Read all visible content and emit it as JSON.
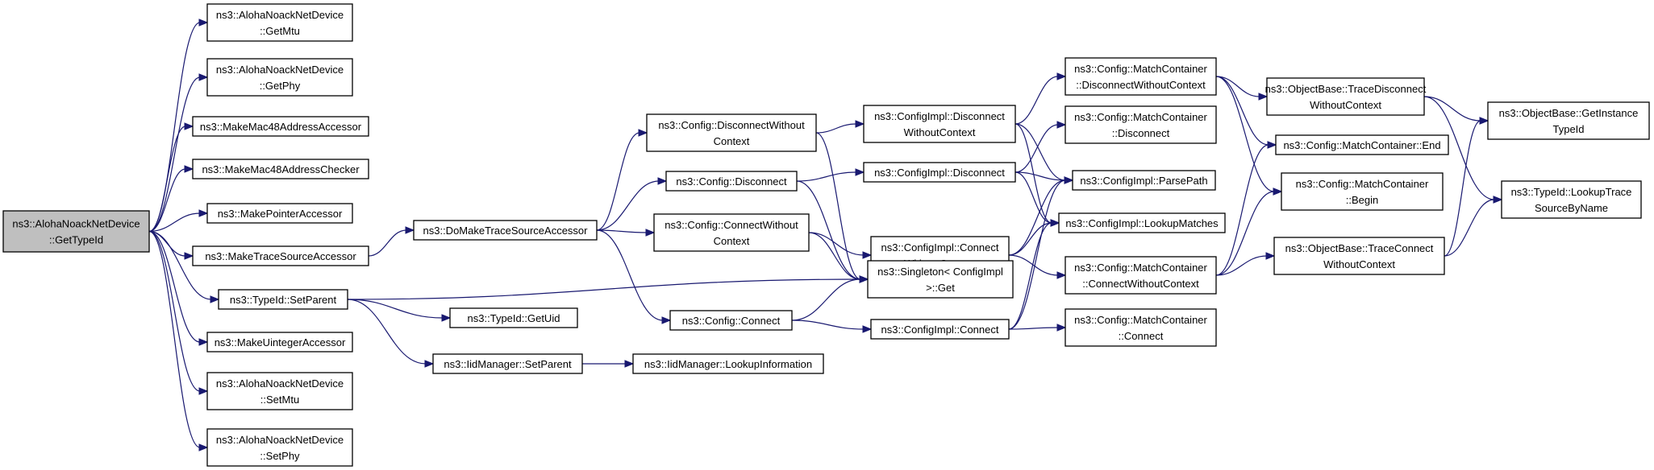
{
  "colors": {
    "edge": "#191970",
    "root_fill": "#bfbfbf",
    "node_fill": "#ffffff",
    "border": "#000000"
  },
  "nodes": [
    {
      "id": "root",
      "lines": [
        "ns3::AlohaNoackNetDevice",
        "::GetTypeId"
      ],
      "root": true
    },
    {
      "id": "getMtu",
      "lines": [
        "ns3::AlohaNoackNetDevice",
        "::GetMtu"
      ]
    },
    {
      "id": "getPhy",
      "lines": [
        "ns3::AlohaNoackNetDevice",
        "::GetPhy"
      ]
    },
    {
      "id": "mac48Acc",
      "lines": [
        "ns3::MakeMac48AddressAccessor"
      ]
    },
    {
      "id": "mac48Chk",
      "lines": [
        "ns3::MakeMac48AddressChecker"
      ]
    },
    {
      "id": "ptrAcc",
      "lines": [
        "ns3::MakePointerAccessor"
      ]
    },
    {
      "id": "traceAcc",
      "lines": [
        "ns3::MakeTraceSourceAccessor"
      ]
    },
    {
      "id": "setParent",
      "lines": [
        "ns3::TypeId::SetParent"
      ]
    },
    {
      "id": "uintAcc",
      "lines": [
        "ns3::MakeUintegerAccessor"
      ]
    },
    {
      "id": "setMtu",
      "lines": [
        "ns3::AlohaNoackNetDevice",
        "::SetMtu"
      ]
    },
    {
      "id": "setPhy",
      "lines": [
        "ns3::AlohaNoackNetDevice",
        "::SetPhy"
      ]
    },
    {
      "id": "doMake",
      "lines": [
        "ns3::DoMakeTraceSourceAccessor"
      ]
    },
    {
      "id": "getUid",
      "lines": [
        "ns3::TypeId::GetUid"
      ]
    },
    {
      "id": "iidSetParent",
      "lines": [
        "ns3::IidManager::SetParent"
      ]
    },
    {
      "id": "iidLookup",
      "lines": [
        "ns3::IidManager::LookupInformation"
      ]
    },
    {
      "id": "cfgDiscWC",
      "lines": [
        "ns3::Config::DisconnectWithout",
        "Context"
      ]
    },
    {
      "id": "cfgDisc",
      "lines": [
        "ns3::Config::Disconnect"
      ]
    },
    {
      "id": "cfgConnWC",
      "lines": [
        "ns3::Config::ConnectWithout",
        "Context"
      ]
    },
    {
      "id": "cfgConn",
      "lines": [
        "ns3::Config::Connect"
      ]
    },
    {
      "id": "implDiscWC",
      "lines": [
        "ns3::ConfigImpl::Disconnect",
        "WithoutContext"
      ]
    },
    {
      "id": "implDisc",
      "lines": [
        "ns3::ConfigImpl::Disconnect"
      ]
    },
    {
      "id": "implConnWC",
      "lines": [
        "ns3::ConfigImpl::Connect",
        "WithoutContext"
      ]
    },
    {
      "id": "singleton",
      "lines": [
        "ns3::Singleton< ConfigImpl",
        " >::Get"
      ]
    },
    {
      "id": "implConn",
      "lines": [
        "ns3::ConfigImpl::Connect"
      ]
    },
    {
      "id": "mcDiscWC",
      "lines": [
        "ns3::Config::MatchContainer",
        "::DisconnectWithoutContext"
      ]
    },
    {
      "id": "mcDisc",
      "lines": [
        "ns3::Config::MatchContainer",
        "::Disconnect"
      ]
    },
    {
      "id": "parsePath",
      "lines": [
        "ns3::ConfigImpl::ParsePath"
      ]
    },
    {
      "id": "lookupMatches",
      "lines": [
        "ns3::ConfigImpl::LookupMatches"
      ]
    },
    {
      "id": "mcConnWC",
      "lines": [
        "ns3::Config::MatchContainer",
        "::ConnectWithoutContext"
      ]
    },
    {
      "id": "mcConn",
      "lines": [
        "ns3::Config::MatchContainer",
        "::Connect"
      ]
    },
    {
      "id": "obTraceDiscWC",
      "lines": [
        "ns3::ObjectBase::TraceDisconnect",
        "WithoutContext"
      ]
    },
    {
      "id": "mcEnd",
      "lines": [
        "ns3::Config::MatchContainer::End"
      ]
    },
    {
      "id": "mcBegin",
      "lines": [
        "ns3::Config::MatchContainer",
        "::Begin"
      ]
    },
    {
      "id": "obTraceConnWC",
      "lines": [
        "ns3::ObjectBase::TraceConnect",
        "WithoutContext"
      ]
    },
    {
      "id": "obGetInst",
      "lines": [
        "ns3::ObjectBase::GetInstance",
        "TypeId"
      ]
    },
    {
      "id": "lookupTrace",
      "lines": [
        "ns3::TypeId::LookupTrace",
        "SourceByName"
      ]
    }
  ],
  "edges": [
    [
      "root",
      "getMtu"
    ],
    [
      "root",
      "getPhy"
    ],
    [
      "root",
      "mac48Acc"
    ],
    [
      "root",
      "mac48Chk"
    ],
    [
      "root",
      "ptrAcc"
    ],
    [
      "root",
      "traceAcc"
    ],
    [
      "root",
      "setParent"
    ],
    [
      "root",
      "uintAcc"
    ],
    [
      "root",
      "setMtu"
    ],
    [
      "root",
      "setPhy"
    ],
    [
      "traceAcc",
      "doMake"
    ],
    [
      "doMake",
      "cfgDiscWC"
    ],
    [
      "doMake",
      "cfgDisc"
    ],
    [
      "doMake",
      "cfgConnWC"
    ],
    [
      "doMake",
      "cfgConn"
    ],
    [
      "setParent",
      "singleton"
    ],
    [
      "setParent",
      "getUid"
    ],
    [
      "setParent",
      "iidSetParent"
    ],
    [
      "iidSetParent",
      "iidLookup"
    ],
    [
      "cfgDiscWC",
      "implDiscWC"
    ],
    [
      "cfgDiscWC",
      "singleton"
    ],
    [
      "cfgDisc",
      "implDisc"
    ],
    [
      "cfgDisc",
      "singleton"
    ],
    [
      "cfgConnWC",
      "implConnWC"
    ],
    [
      "cfgConnWC",
      "singleton"
    ],
    [
      "cfgConn",
      "singleton"
    ],
    [
      "cfgConn",
      "implConn"
    ],
    [
      "implDiscWC",
      "mcDiscWC"
    ],
    [
      "implDiscWC",
      "parsePath"
    ],
    [
      "implDiscWC",
      "lookupMatches"
    ],
    [
      "implDisc",
      "mcDisc"
    ],
    [
      "implDisc",
      "parsePath"
    ],
    [
      "implDisc",
      "lookupMatches"
    ],
    [
      "implConnWC",
      "parsePath"
    ],
    [
      "implConnWC",
      "lookupMatches"
    ],
    [
      "implConnWC",
      "mcConnWC"
    ],
    [
      "implConn",
      "parsePath"
    ],
    [
      "implConn",
      "lookupMatches"
    ],
    [
      "implConn",
      "mcConn"
    ],
    [
      "mcDiscWC",
      "obTraceDiscWC"
    ],
    [
      "mcDiscWC",
      "mcEnd"
    ],
    [
      "mcDiscWC",
      "mcBegin"
    ],
    [
      "mcConnWC",
      "mcEnd"
    ],
    [
      "mcConnWC",
      "mcBegin"
    ],
    [
      "mcConnWC",
      "obTraceConnWC"
    ],
    [
      "obTraceDiscWC",
      "obGetInst"
    ],
    [
      "obTraceDiscWC",
      "lookupTrace"
    ],
    [
      "obTraceConnWC",
      "obGetInst"
    ],
    [
      "obTraceConnWC",
      "lookupTrace"
    ]
  ]
}
